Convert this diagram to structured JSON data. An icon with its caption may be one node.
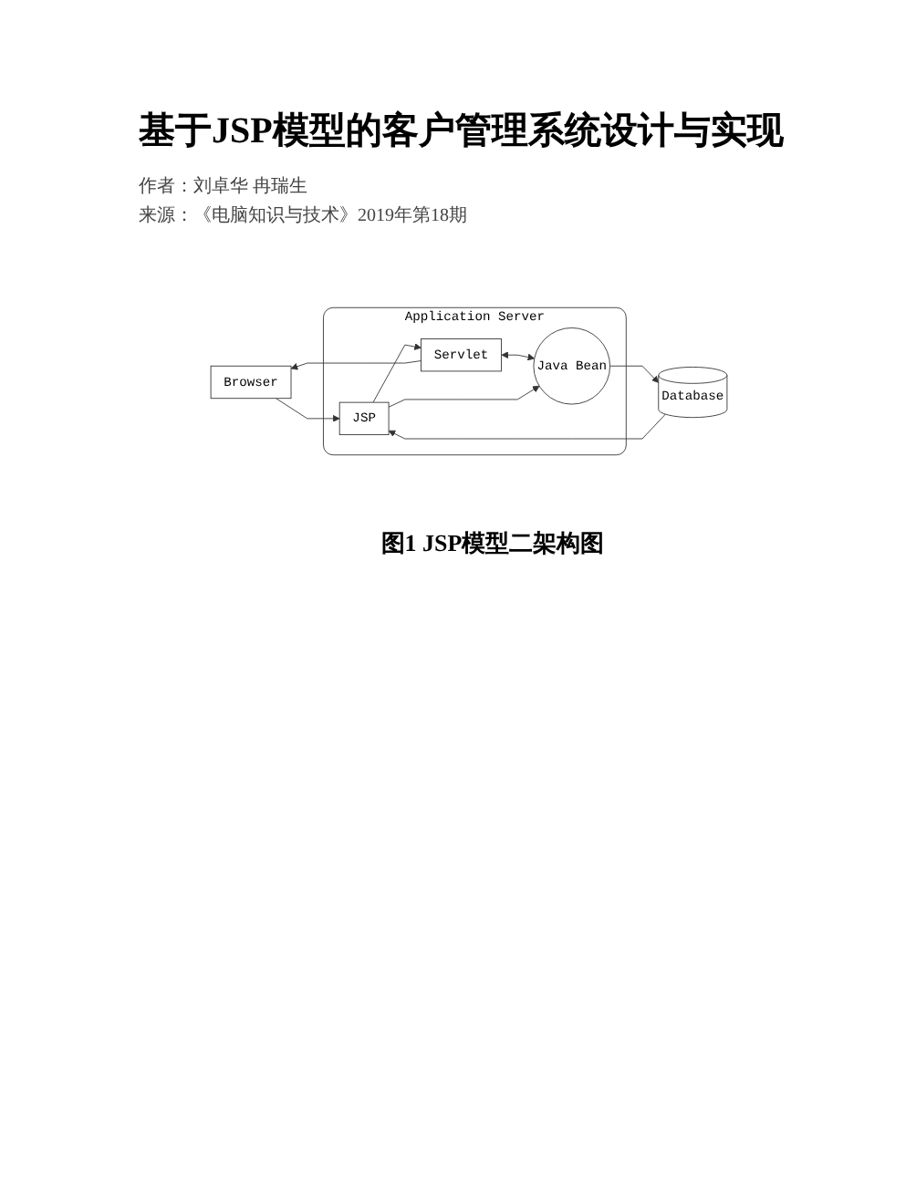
{
  "diagram": {
    "title": "基于JSP模型的客户管理系统设计与实现",
    "caption": "图1 JSP模型二架构图",
    "nodes": [
      {
        "text": [
          "Browser"
        ]
      },
      {
        "text": [
          "Application Server"
        ]
      },
      {
        "text": [
          "JSP"
        ],
        "in": 1
      },
      {
        "text": [
          "Servlet"
        ],
        "in": 1
      },
      {
        "text": [
          "Java Bean"
        ],
        "in": 1
      },
      {
        "text": [
          "Database"
        ]
      }
    ],
    "edges": [
      {
        "from": 0,
        "to": 2,
        "arrow": "to"
      },
      {
        "from": 2,
        "to": 3,
        "arrow": "to"
      },
      {
        "from": 3,
        "to": 0,
        "arrow": "to"
      },
      {
        "from": 3,
        "to": 4,
        "arrow": "both"
      },
      {
        "from": 2,
        "to": 4,
        "arrow": "to"
      },
      {
        "from": 4,
        "to": 5,
        "arrow": "to"
      },
      {
        "from": 5,
        "to": 2,
        "arrow": "to"
      }
    ],
    "labels": [
      "作者：刘卓华 冉瑞生",
      "来源：《电脑知识与技术》2019年第18期"
    ]
  }
}
